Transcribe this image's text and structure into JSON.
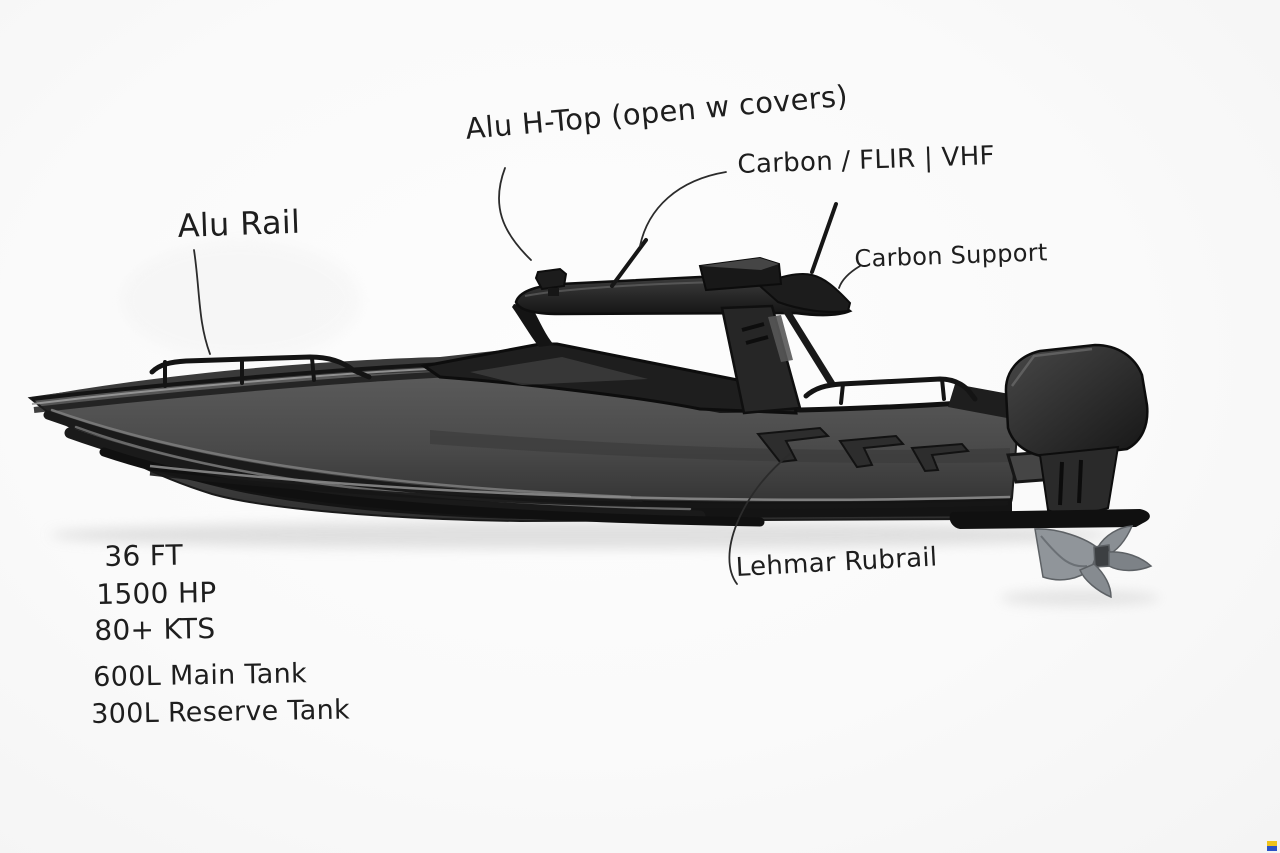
{
  "annotations": {
    "alu_rail": "Alu Rail",
    "alu_htop": "Alu H-Top (open w covers)",
    "carbon_flir_vhf": "Carbon / FLIR | VHF",
    "carbon_support": "Carbon Support",
    "lehmar_rubrail": "Lehmar Rubrail"
  },
  "specs": {
    "length": "36 FT",
    "power": "1500 HP",
    "speed": "80+ KTS",
    "main_tank": "600L Main Tank",
    "reserve_tank": "300L Reserve Tank"
  },
  "colors": {
    "ink": "#1e1e1e",
    "background": "#fafafa",
    "hull_gray": "#4e4e4e",
    "deck_gray": "#3a3a3a",
    "roof_black": "#1d1d1d",
    "prop_gray": "#8e9296",
    "shadow_gray": "#dedede",
    "flag_yellow": "#eec31d",
    "flag_blue": "#2b52c6"
  }
}
